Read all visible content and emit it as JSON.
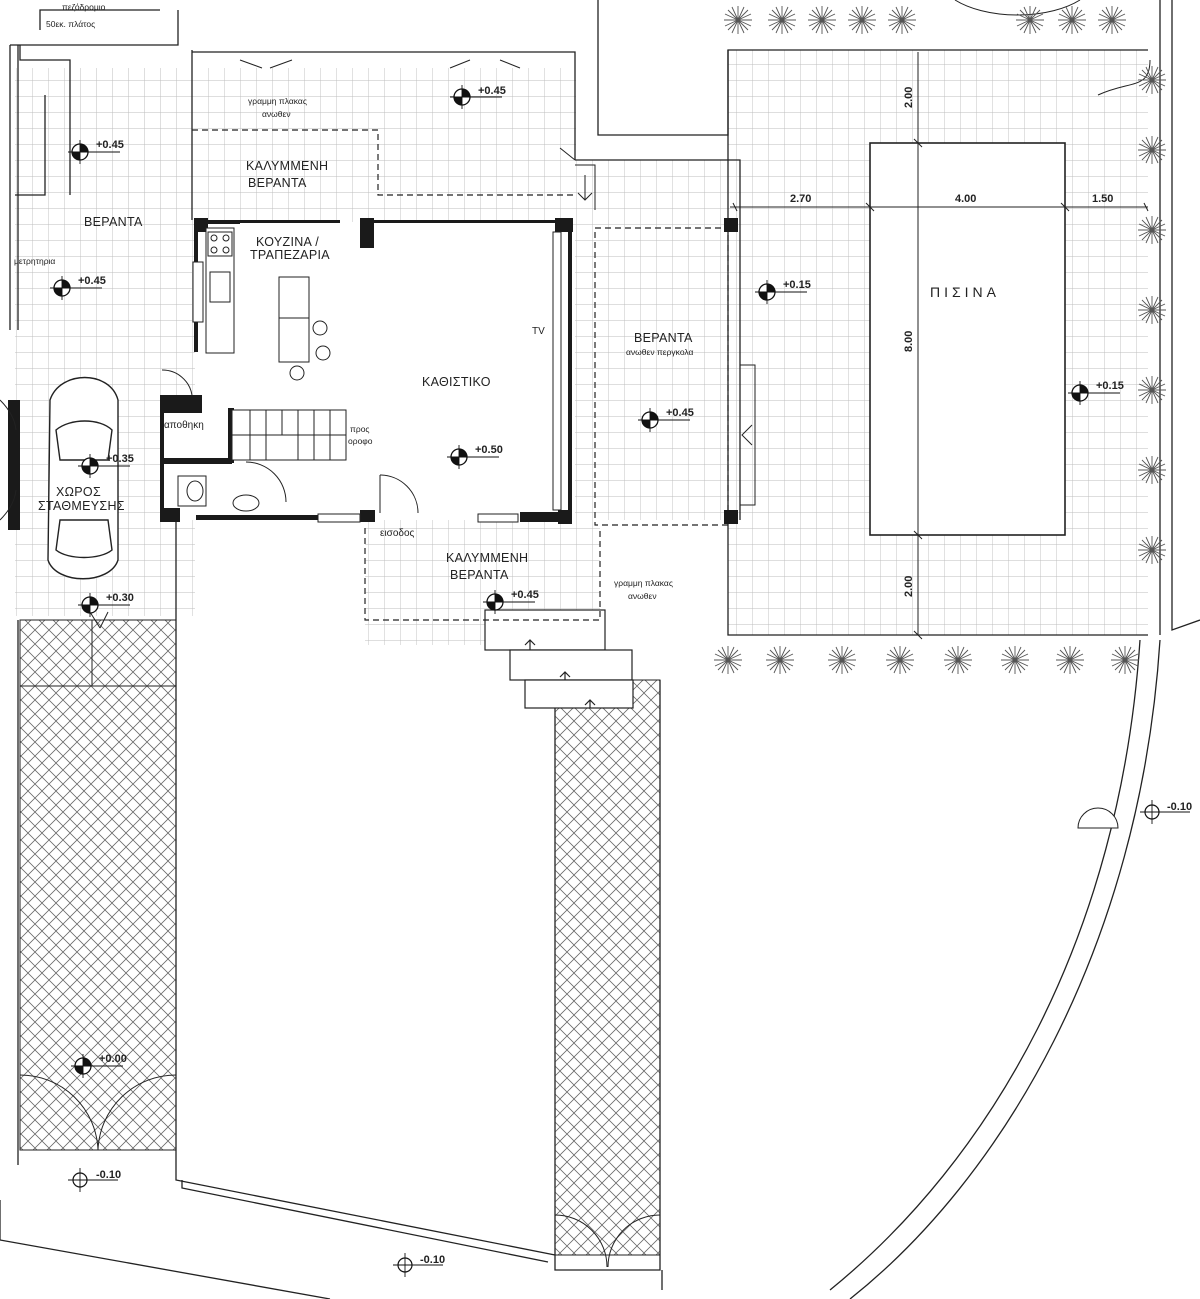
{
  "labels": {
    "sidewalk_1": "πεζόδρομιο",
    "sidewalk_2": "50εκ. πλάτος",
    "slab_line_top_1": "γραμμη πλακας",
    "slab_line_top_2": "ανωθεν",
    "covered_veranda_top_1": "ΚΑΛΥΜΜΕΝΗ",
    "covered_veranda_top_2": "ΒΕΡΑΝΤΑ",
    "veranda_left": "ΒΕΡΑΝΤΑ",
    "meters": "μετρητηρια",
    "kitchen_1": "ΚΟΥΖΙΝΑ /",
    "kitchen_2": "ΤΡΑΠΕΖΑΡΙΑ",
    "living": "ΚΑΘΙΣΤΙΚΟ",
    "tv": "TV",
    "storage": "αποθηκη",
    "stairs_1": "προς",
    "stairs_2": "οροφο",
    "parking_1": "ΧΩΡΟΣ",
    "parking_2": "ΣΤΑΘΜΕΥΣΗΣ",
    "entrance": "εισοδος",
    "covered_veranda_front_1": "ΚΑΛΥΜΜΕΝΗ",
    "covered_veranda_front_2": "ΒΕΡΑΝΤΑ",
    "slab_line_front_1": "γραμμη πλακας",
    "slab_line_front_2": "ανωθεν",
    "veranda_right_1": "ΒΕΡΑΝΤΑ",
    "veranda_right_2": "ανωθεν περγκολα",
    "pool": "ΠΙΣΙΝΑ"
  },
  "elevations": [
    {
      "id": "top_center",
      "value": "+0.45"
    },
    {
      "id": "top_left",
      "value": "+0.45"
    },
    {
      "id": "left_mid",
      "value": "+0.45"
    },
    {
      "id": "parking",
      "value": "+0.35"
    },
    {
      "id": "parking_bottom",
      "value": "+0.30"
    },
    {
      "id": "driveway",
      "value": "+0.00"
    },
    {
      "id": "street_left",
      "value": "-0.10"
    },
    {
      "id": "street_center",
      "value": "-0.10"
    },
    {
      "id": "street_right",
      "value": "-0.10"
    },
    {
      "id": "living",
      "value": "+0.50"
    },
    {
      "id": "veranda_right",
      "value": "+0.45"
    },
    {
      "id": "front_veranda",
      "value": "+0.45"
    },
    {
      "id": "pool_left",
      "value": "+0.15"
    },
    {
      "id": "pool_right",
      "value": "+0.15"
    }
  ],
  "dimensions": {
    "pool_left_gap": "2.70",
    "pool_width": "4.00",
    "pool_right_gap": "1.50",
    "pool_top_gap": "2.00",
    "pool_length": "8.00",
    "pool_bottom_gap": "2.00"
  },
  "colors": {
    "line": "#222222",
    "grid": "#bdbdbd",
    "wall": "#1a1a1a",
    "paving": "#555555",
    "plant": "#444444"
  }
}
